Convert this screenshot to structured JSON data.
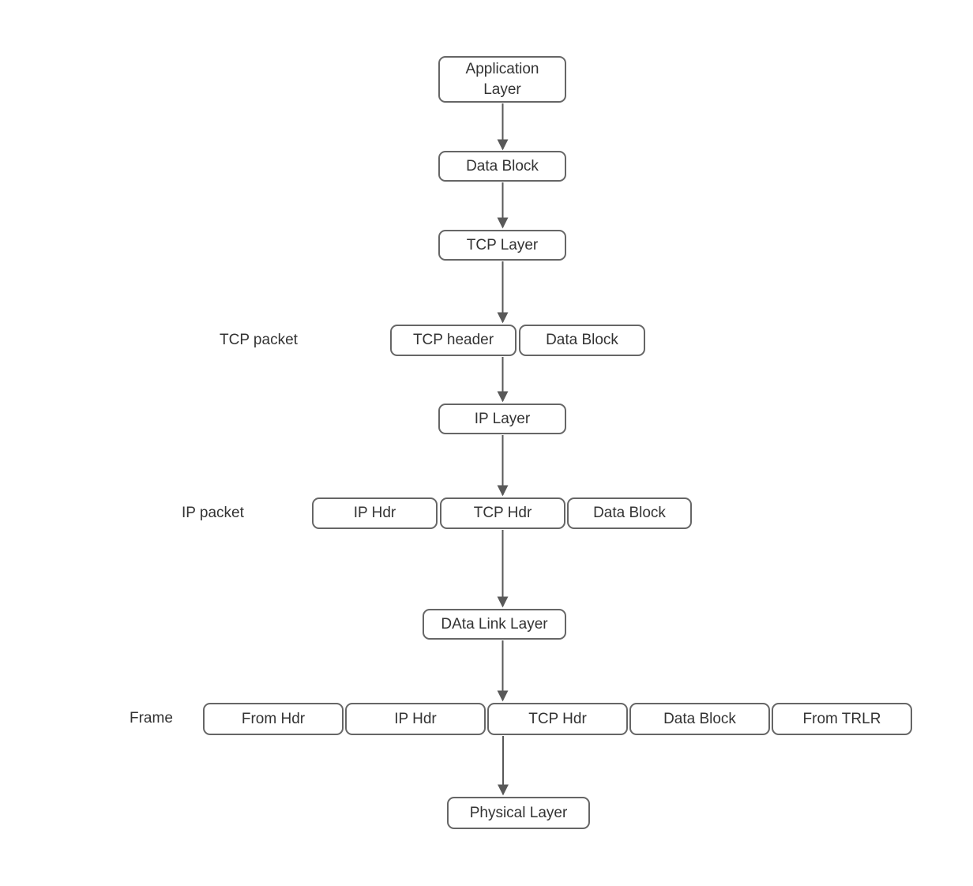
{
  "diagram": {
    "nodes": {
      "application_layer": "Application Layer",
      "data_block": "Data Block",
      "tcp_layer": "TCP Layer",
      "ip_layer": "IP Layer",
      "data_link_layer": "DAta Link Layer",
      "physical_layer": "Physical Layer"
    },
    "tcp_packet": {
      "label": "TCP packet",
      "cells": [
        "TCP header",
        "Data Block"
      ]
    },
    "ip_packet": {
      "label": "IP packet",
      "cells": [
        "IP Hdr",
        "TCP Hdr",
        "Data Block"
      ]
    },
    "frame": {
      "label": "Frame",
      "cells": [
        "From Hdr",
        "IP Hdr",
        "TCP Hdr",
        "Data Block",
        "From TRLR"
      ]
    },
    "edges": [
      {
        "from": "application_layer",
        "to": "data_block"
      },
      {
        "from": "data_block",
        "to": "tcp_layer"
      },
      {
        "from": "tcp_layer",
        "to": "tcp_packet"
      },
      {
        "from": "tcp_packet",
        "to": "ip_layer"
      },
      {
        "from": "ip_layer",
        "to": "ip_packet"
      },
      {
        "from": "ip_packet",
        "to": "data_link_layer"
      },
      {
        "from": "data_link_layer",
        "to": "frame"
      },
      {
        "from": "frame",
        "to": "physical_layer"
      }
    ],
    "colors": {
      "box_border": "#666666",
      "box_fill": "#ffffff",
      "text": "#333333",
      "arrow": "#595959",
      "background": "#ffffff"
    }
  }
}
